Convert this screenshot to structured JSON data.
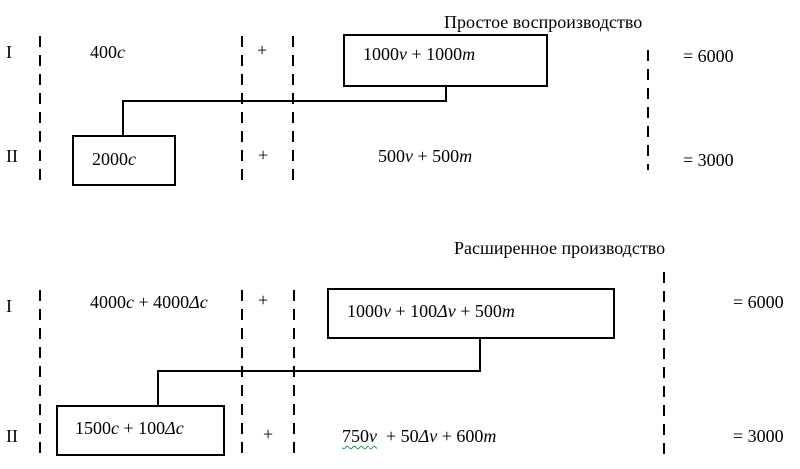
{
  "simple": {
    "title": "Простое воспроизводство",
    "row1": {
      "roman": "I",
      "c_num": "400",
      "c_sym": "c",
      "plus": "+",
      "box_v_num": "1000",
      "box_v_sym": "v",
      "box_plus": " + ",
      "box_m_num": "1000",
      "box_m_sym": "m",
      "total": "= 6000"
    },
    "row2": {
      "roman": "II",
      "box_c_num": "2000",
      "box_c_sym": "c",
      "plus": "+",
      "v_num": "500",
      "v_sym": "v",
      "mid_plus": " + ",
      "m_num": "500",
      "m_sym": "m",
      "total": "= 3000"
    }
  },
  "extended": {
    "title": "Расширенное производство",
    "row1": {
      "roman": "I",
      "c_num": "4000",
      "c_sym": "c",
      "c_plus": " + ",
      "dc_num": "4000",
      "dc_sym": "Δc",
      "plus": "+",
      "box_v_num": "1000",
      "box_v_sym": "v",
      "box_plus1": " + ",
      "box_dv_num": "100",
      "box_dv_sym": "Δv",
      "box_plus2": " + ",
      "box_m_num": "500",
      "box_m_sym": "m",
      "total": "= 6000"
    },
    "row2": {
      "roman": "II",
      "box_c_num": "1500",
      "box_c_sym": "c",
      "box_plus": " + ",
      "box_dc_num": "100",
      "box_dc_sym": "Δc",
      "plus": "+",
      "v_num": "750",
      "v_sym": "v",
      "plus1": "  + ",
      "dv_num": "50",
      "dv_sym": "Δv",
      "plus2": " + ",
      "m_num": "600",
      "m_sym": "m",
      "total": "= 3000"
    }
  }
}
